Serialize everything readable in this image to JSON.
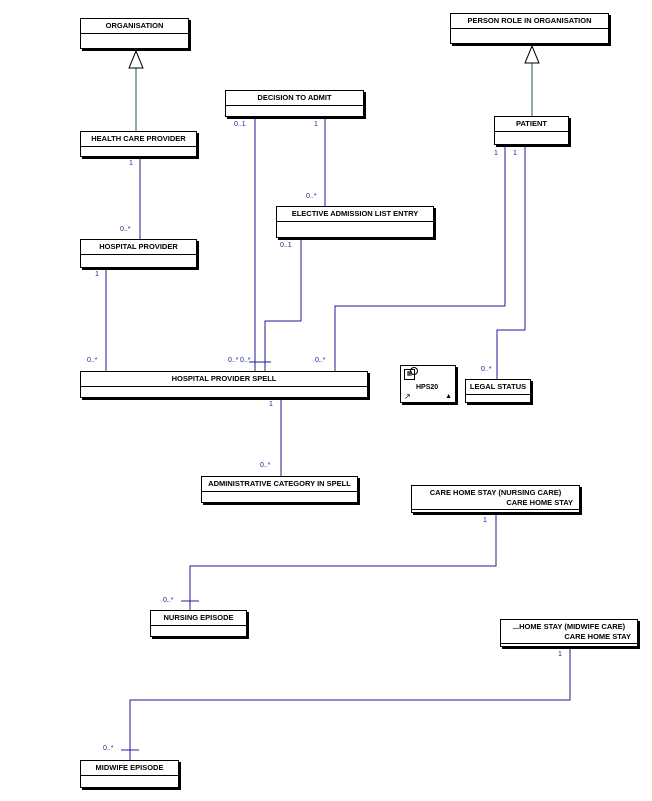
{
  "classes": {
    "organisation": "ORGANISATION",
    "person_role": "PERSON ROLE IN ORGANISATION",
    "decision_to_admit": "DECISION TO ADMIT",
    "patient": "PATIENT",
    "health_care_provider": "HEALTH CARE PROVIDER",
    "elective_admission": "ELECTIVE ADMISSION LIST ENTRY",
    "hospital_provider": "HOSPITAL PROVIDER",
    "hospital_provider_spell": "HOSPITAL PROVIDER SPELL",
    "legal_status": "LEGAL STATUS",
    "admin_category": "ADMINISTRATIVE CATEGORY IN SPELL",
    "care_home_nursing": "CARE HOME STAY (NURSING CARE)",
    "care_home_nursing_sub": "CARE HOME STAY",
    "nursing_episode": "NURSING EPISODE",
    "care_home_midwife": "...HOME STAY (MIDWIFE CARE)",
    "care_home_midwife_sub": "CARE HOME STAY",
    "midwife_episode": "MIDWIFE EPISODE"
  },
  "package": {
    "label": "HPS20",
    "icon": "package-diagram-icon"
  },
  "multiplicities": {
    "hcp_one": "1",
    "hp_many": "0..*",
    "dta_left": "0..1",
    "dta_right": "1",
    "eal_many": "0..*",
    "eal_bottom": "0..1",
    "patient_left": "1",
    "patient_right": "1",
    "hp_one": "1",
    "spell_left": "0..*",
    "spell_mid": "0..*",
    "spell_mid2": "0..*",
    "spell_right": "0..*",
    "legal_many": "0..*",
    "spell_one": "1",
    "admin_many": "0..*",
    "nursing_one": "1",
    "nursing_many": "0..*",
    "midwife_one": "1",
    "midwife_many": "0..*"
  },
  "colors": {
    "association": "#1e1e96",
    "generalization": "#006464",
    "text": "#000000"
  }
}
